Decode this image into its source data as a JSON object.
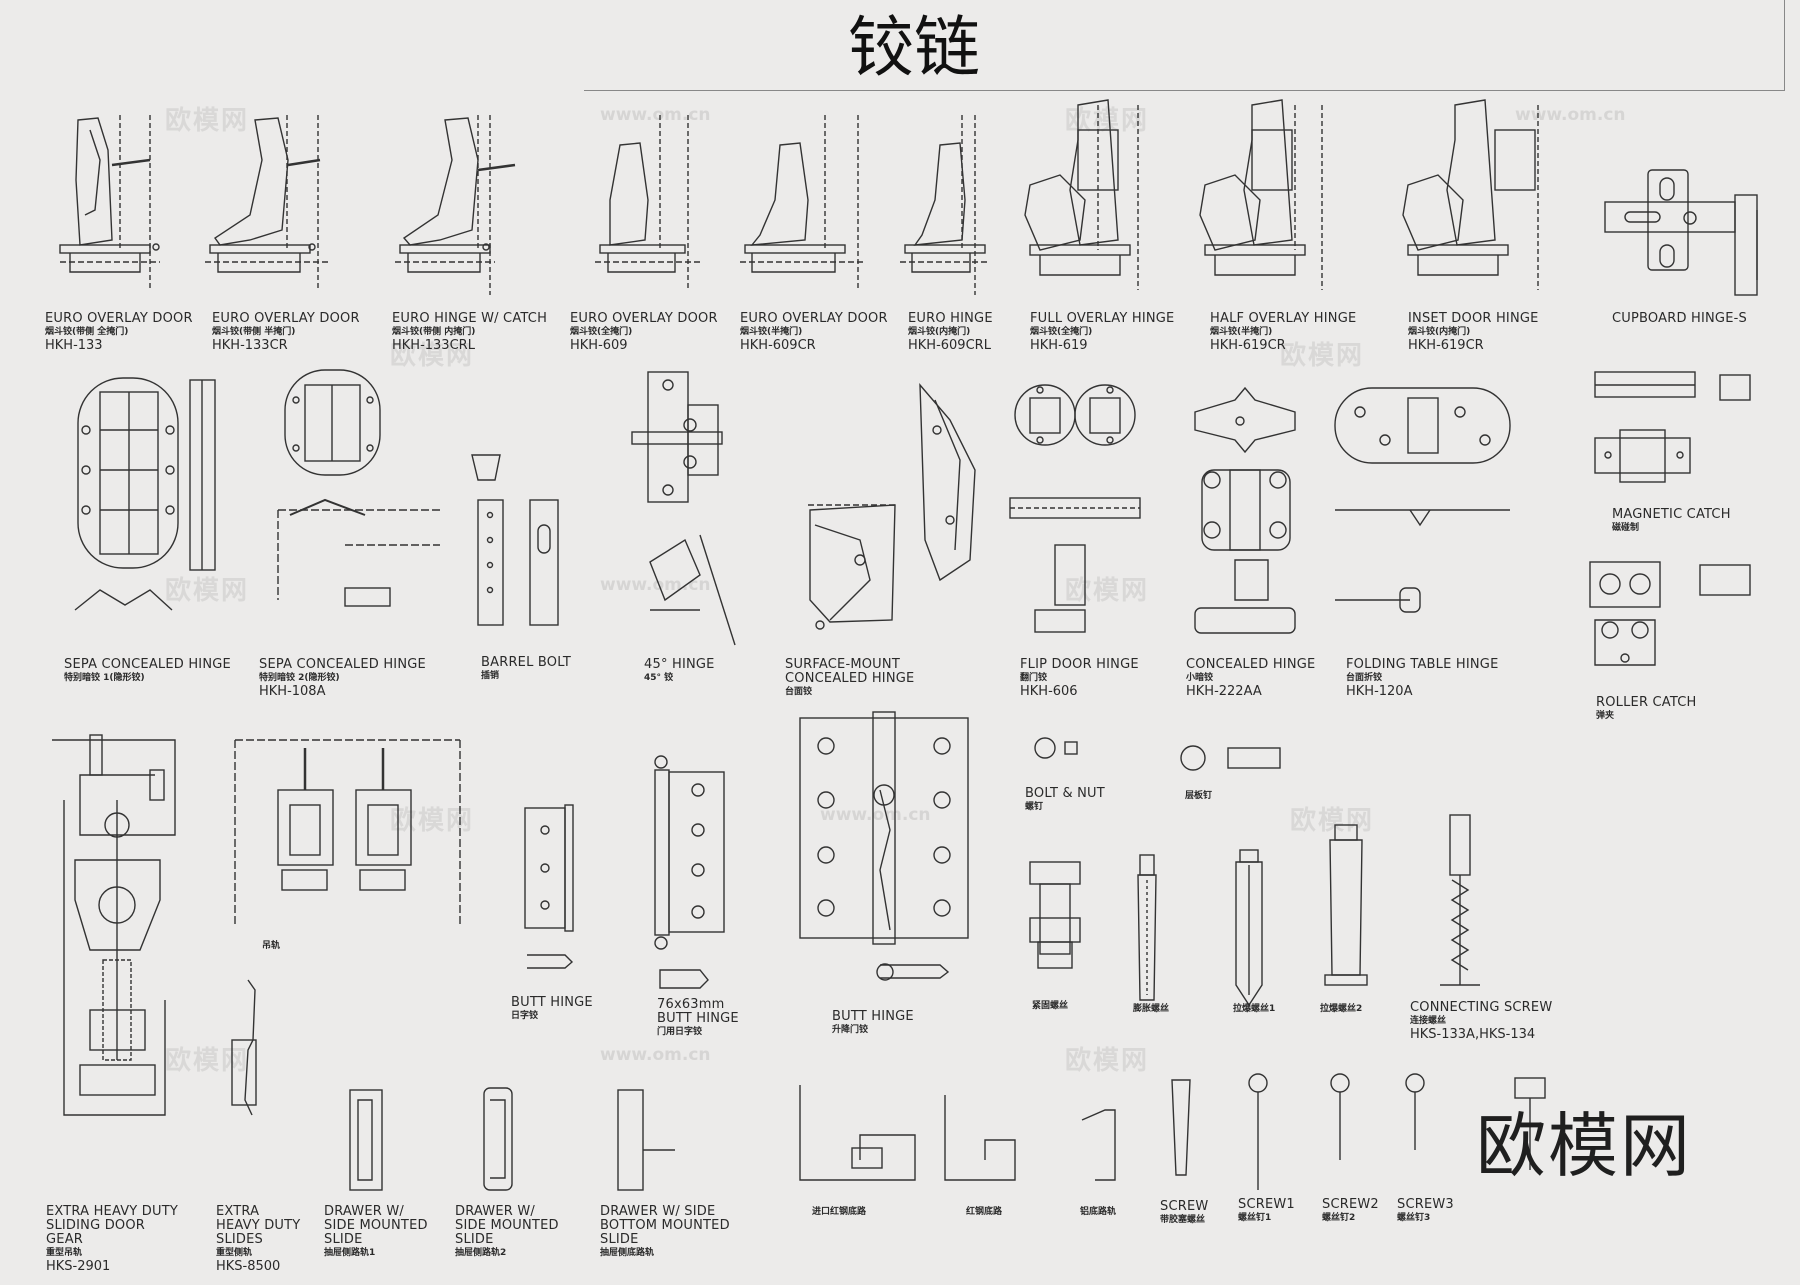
{
  "title": "铰链",
  "brand_watermark": "欧模网",
  "watermark": {
    "cn": "欧模网",
    "url": "www.om.cn"
  },
  "items": [
    {
      "id": "euro-overlay-door-133",
      "en": "EURO OVERLAY DOOR",
      "cn": "烟斗铰(带侧 全掩门)",
      "code": "HKH-133"
    },
    {
      "id": "euro-overlay-door-133cr",
      "en": "EURO OVERLAY DOOR",
      "cn": "烟斗铰(带侧 半掩门)",
      "code": "HKH-133CR"
    },
    {
      "id": "euro-hinge-w-catch",
      "en": "EURO HINGE W/ CATCH",
      "cn": "烟斗铰(带侧 内掩门)",
      "code": "HKH-133CRL"
    },
    {
      "id": "euro-overlay-door-609",
      "en": "EURO OVERLAY DOOR",
      "cn": "烟斗铰(全掩门)",
      "code": "HKH-609"
    },
    {
      "id": "euro-overlay-door-609cr",
      "en": "EURO OVERLAY DOOR",
      "cn": "烟斗铰(半掩门)",
      "code": "HKH-609CR"
    },
    {
      "id": "euro-hinge-609crl",
      "en": "EURO HINGE",
      "cn": "烟斗铰(内掩门)",
      "code": "HKH-609CRL"
    },
    {
      "id": "full-overlay-hinge",
      "en": "FULL OVERLAY HINGE",
      "cn": "烟斗铰(全掩门)",
      "code": "HKH-619"
    },
    {
      "id": "half-overlay-hinge",
      "en": "HALF OVERLAY HINGE",
      "cn": "烟斗铰(半掩门)",
      "code": "HKH-619CR"
    },
    {
      "id": "inset-door-hinge",
      "en": "INSET DOOR HINGE",
      "cn": "烟斗铰(内掩门)",
      "code": "HKH-619CR"
    },
    {
      "id": "cupboard-hinge-s",
      "en": "CUPBOARD HINGE-S",
      "cn": "",
      "code": ""
    },
    {
      "id": "sepa-concealed-hinge-1",
      "en": "SEPA CONCEALED HINGE",
      "cn": "特别暗铰 1(隐形铰)",
      "code": ""
    },
    {
      "id": "sepa-concealed-hinge-2",
      "en": "SEPA CONCEALED HINGE",
      "cn": "特别暗铰 2(隐形铰)",
      "code": "HKH-108A"
    },
    {
      "id": "barrel-bolt",
      "en": "BARREL BOLT",
      "cn": "插销",
      "code": ""
    },
    {
      "id": "hinge-45",
      "en": "45° HINGE",
      "cn": "45° 铰",
      "code": ""
    },
    {
      "id": "surface-mount-concealed-hinge",
      "en": "SURFACE-MOUNT CONCEALED HINGE",
      "cn": "台面铰",
      "code": ""
    },
    {
      "id": "flip-door-hinge",
      "en": "FLIP DOOR HINGE",
      "cn": "翻门铰",
      "code": "HKH-606"
    },
    {
      "id": "concealed-hinge",
      "en": "CONCEALED HINGE",
      "cn": "小暗铰",
      "code": "HKH-222AA"
    },
    {
      "id": "folding-table-hinge",
      "en": "FOLDING TABLE HINGE",
      "cn": "台面折铰",
      "code": "HKH-120A"
    },
    {
      "id": "magnetic-catch",
      "en": "MAGNETIC CATCH",
      "cn": "磁碰制",
      "code": ""
    },
    {
      "id": "roller-catch",
      "en": "ROLLER CATCH",
      "cn": "弹夹",
      "code": ""
    },
    {
      "id": "bolt-nut",
      "en": "BOLT & NUT",
      "cn": "螺钉",
      "code": ""
    },
    {
      "id": "shelf-pin",
      "en": "",
      "cn": "层板钉",
      "code": ""
    },
    {
      "id": "hanger",
      "en": "",
      "cn": "吊轨",
      "code": ""
    },
    {
      "id": "butt-hinge-small",
      "en": "BUTT HINGE",
      "cn": "日字铰",
      "code": ""
    },
    {
      "id": "butt-hinge-76",
      "en": "76x63mm BUTT HINGE",
      "cn": "门用日字铰",
      "code": ""
    },
    {
      "id": "butt-hinge-rising",
      "en": "BUTT HINGE",
      "cn": "升降门铰",
      "code": ""
    },
    {
      "id": "tight-screw",
      "en": "",
      "cn": "紧固螺丝",
      "code": ""
    },
    {
      "id": "expansion-screw",
      "en": "",
      "cn": "膨胀螺丝",
      "code": ""
    },
    {
      "id": "plastic-anchor-1",
      "en": "",
      "cn": "拉爆螺丝1",
      "code": ""
    },
    {
      "id": "plastic-anchor-2",
      "en": "",
      "cn": "拉爆螺丝2",
      "code": ""
    },
    {
      "id": "connecting-screw",
      "en": "CONNECTING SCREW",
      "cn": "连接螺丝",
      "code": "HKS-133A,HKS-134"
    },
    {
      "id": "extra-heavy-sliding-door-gear",
      "en": "EXTRA HEAVY DUTY SLIDING DOOR GEAR",
      "cn": "重型吊轨",
      "code": "HKS-2901"
    },
    {
      "id": "extra-heavy-duty-slides",
      "en": "EXTRA HEAVY DUTY SLIDES",
      "cn": "重型侧轨",
      "code": "HKS-8500"
    },
    {
      "id": "drawer-side-slide-1",
      "en": "DRAWER W/ SIDE MOUNTED SLIDE",
      "cn": "抽屉侧路轨1",
      "code": ""
    },
    {
      "id": "drawer-side-slide-2",
      "en": "DRAWER W/ SIDE MOUNTED SLIDE",
      "cn": "抽屉侧路轨2",
      "code": ""
    },
    {
      "id": "drawer-side-bottom-slide",
      "en": "DRAWER W/ SIDE BOTTOM MOUNTED SLIDE",
      "cn": "抽屉侧底路轨",
      "code": ""
    },
    {
      "id": "imported-red-rail",
      "en": "",
      "cn": "进口红钢底路",
      "code": ""
    },
    {
      "id": "red-rail",
      "en": "",
      "cn": "红钢底路",
      "code": ""
    },
    {
      "id": "aluminum-rail",
      "en": "",
      "cn": "铝底路轨",
      "code": ""
    },
    {
      "id": "screw",
      "en": "SCREW",
      "cn": "带胶塞螺丝",
      "code": ""
    },
    {
      "id": "screw1",
      "en": "SCREW1",
      "cn": "螺丝钉1",
      "code": ""
    },
    {
      "id": "screw2",
      "en": "SCREW2",
      "cn": "螺丝钉2",
      "code": ""
    },
    {
      "id": "screw3",
      "en": "SCREW3",
      "cn": "螺丝钉3",
      "code": ""
    }
  ]
}
